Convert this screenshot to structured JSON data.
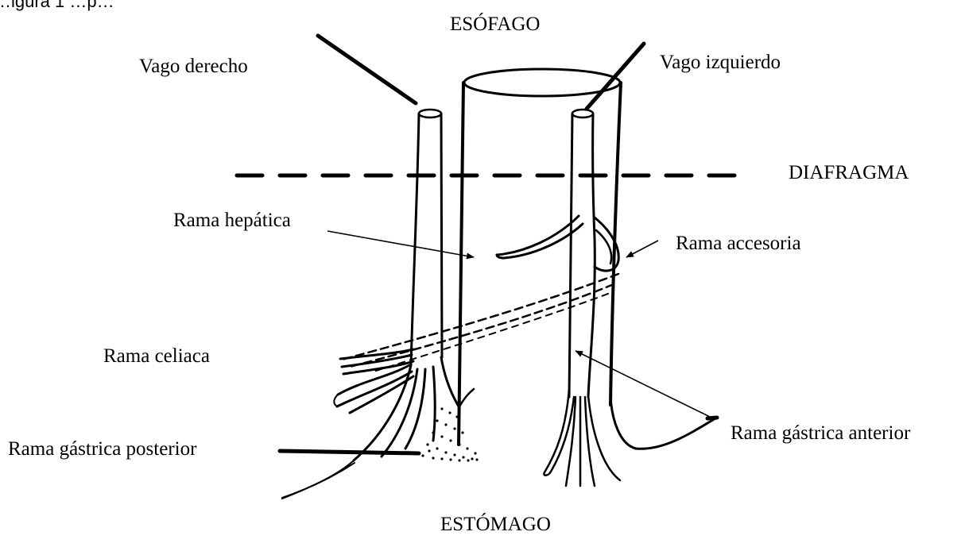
{
  "figure": {
    "top_caption_fragment": "…igura 1 …p…",
    "labels": {
      "esophagus": "ESÓFAGO",
      "right_vagus": "Vago derecho",
      "left_vagus": "Vago izquierdo",
      "diaphragm": "DIAFRAGMA",
      "hepatic_branch": "Rama hepática",
      "accessory_branch": "Rama accesoria",
      "celiac_branch": "Rama celiaca",
      "anterior_gastric_branch": "Rama gástrica anterior",
      "posterior_gastric_branch": "Rama gástrica posterior",
      "stomach": "ESTÓMAGO"
    }
  }
}
